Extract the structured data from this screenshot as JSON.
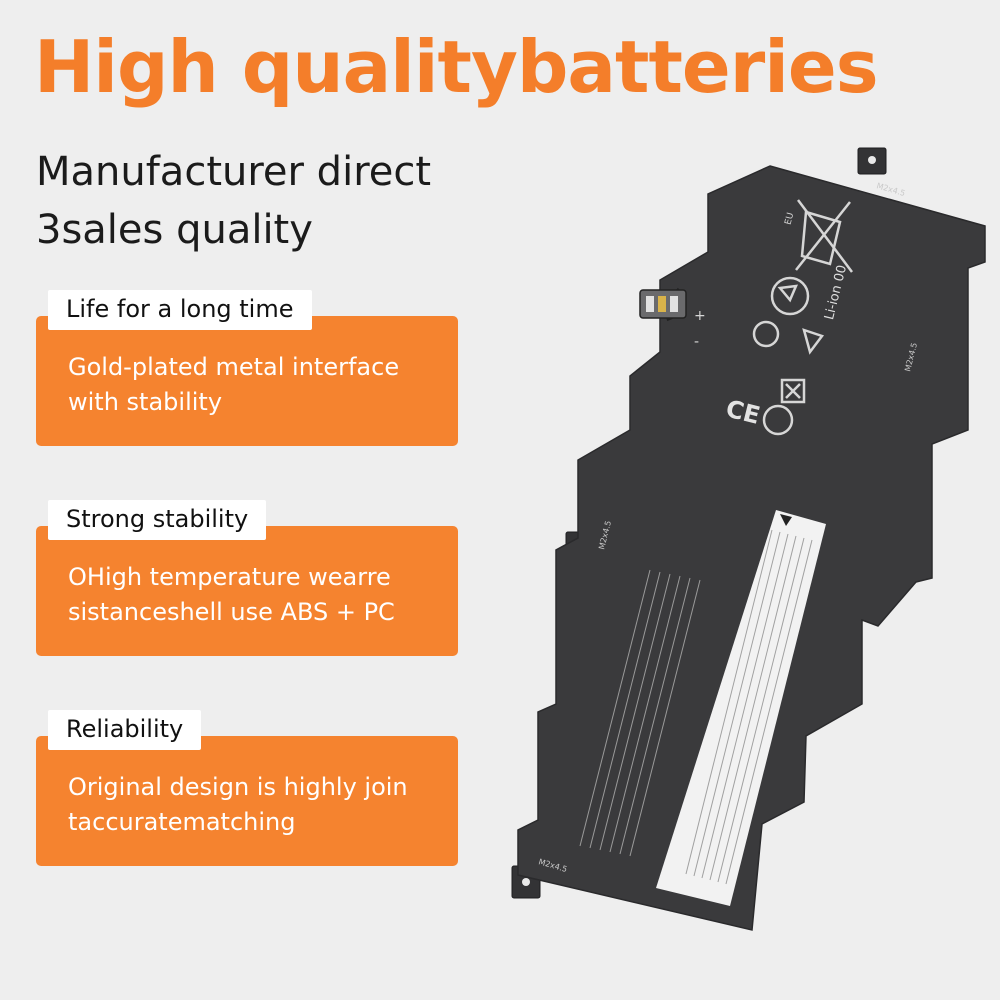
{
  "headline": "High qualitybatteries",
  "subheadline": {
    "line1": "Manufacturer direct",
    "line2": "3sales quality"
  },
  "features": [
    {
      "tag": "Life for a long time",
      "text": [
        "Gold-plated metal interface",
        "with stability"
      ]
    },
    {
      "tag": "Strong stability",
      "text": [
        "OHigh temperature wearre",
        "sistanceshell use ABS + PC"
      ]
    },
    {
      "tag": "Reliability",
      "text": [
        "Original design is highly join",
        "taccuratematching"
      ]
    }
  ],
  "battery": {
    "screw_label": "M2x4.5",
    "cert_mark": "CE",
    "chem_label": "Li-ion 00",
    "region_mark": "EU",
    "plus_mark": "+",
    "minus_mark": "-"
  },
  "colors": {
    "accent": "#f47e2a",
    "panel": "#f5832f",
    "background": "#eeeeee",
    "battery": "#3a3a3c"
  }
}
